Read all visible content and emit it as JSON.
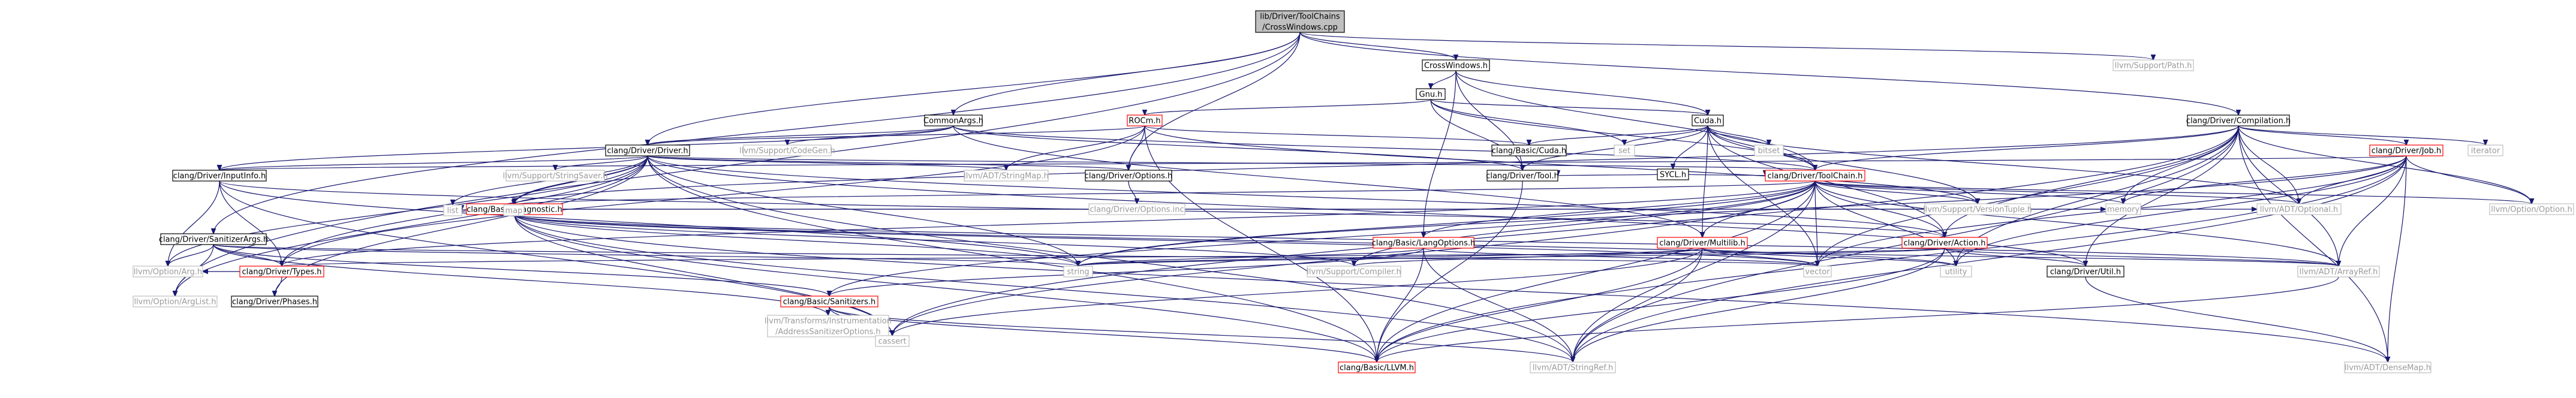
{
  "colors": {
    "edge": "#191970",
    "root_fill": "#bfbfbf",
    "root_border": "#000000",
    "documented_border": "#000000",
    "truncated_border": "#ff0000",
    "external_border": "#bfbfbf",
    "external_text": "#9a9a9a",
    "text": "#000000"
  },
  "nodes": [
    {
      "id": "root",
      "lines": [
        "lib/Driver/ToolChains",
        "/CrossWindows.cpp"
      ],
      "kind": "root"
    },
    {
      "id": "crosswindows_h",
      "lines": [
        "CrossWindows.h"
      ],
      "kind": "doc"
    },
    {
      "id": "support_path",
      "lines": [
        "llvm/Support/Path.h"
      ],
      "kind": "ext"
    },
    {
      "id": "gnu_h",
      "lines": [
        "Gnu.h"
      ],
      "kind": "doc"
    },
    {
      "id": "commonargs_h",
      "lines": [
        "CommonArgs.h"
      ],
      "kind": "doc"
    },
    {
      "id": "rocm_h",
      "lines": [
        "ROCm.h"
      ],
      "kind": "trunc"
    },
    {
      "id": "cuda_h",
      "lines": [
        "Cuda.h"
      ],
      "kind": "doc"
    },
    {
      "id": "compilation_h",
      "lines": [
        "clang/Driver/Compilation.h"
      ],
      "kind": "doc"
    },
    {
      "id": "codegen_h",
      "lines": [
        "llvm/Support/CodeGen.h"
      ],
      "kind": "ext"
    },
    {
      "id": "driver_h",
      "lines": [
        "clang/Driver/Driver.h"
      ],
      "kind": "doc"
    },
    {
      "id": "basic_cuda_h",
      "lines": [
        "clang/Basic/Cuda.h"
      ],
      "kind": "doc"
    },
    {
      "id": "set",
      "lines": [
        "set"
      ],
      "kind": "ext"
    },
    {
      "id": "sycl_h",
      "lines": [
        "SYCL.h"
      ],
      "kind": "doc"
    },
    {
      "id": "bitset",
      "lines": [
        "bitset"
      ],
      "kind": "ext"
    },
    {
      "id": "job_h",
      "lines": [
        "clang/Driver/Job.h"
      ],
      "kind": "trunc"
    },
    {
      "id": "iterator",
      "lines": [
        "iterator"
      ],
      "kind": "ext"
    },
    {
      "id": "inputinfo_h",
      "lines": [
        "clang/Driver/InputInfo.h"
      ],
      "kind": "doc"
    },
    {
      "id": "stringsaver_h",
      "lines": [
        "llvm/Support/StringSaver.h"
      ],
      "kind": "ext"
    },
    {
      "id": "stringmap_h",
      "lines": [
        "llvm/ADT/StringMap.h"
      ],
      "kind": "ext"
    },
    {
      "id": "options_h",
      "lines": [
        "clang/Driver/Options.h"
      ],
      "kind": "doc"
    },
    {
      "id": "tool_h",
      "lines": [
        "clang/Driver/Tool.h"
      ],
      "kind": "doc"
    },
    {
      "id": "toolchain_h",
      "lines": [
        "clang/Driver/ToolChain.h"
      ],
      "kind": "trunc"
    },
    {
      "id": "diagnostic_h",
      "lines": [
        "clang/Basic/Diagnostic.h"
      ],
      "kind": "trunc"
    },
    {
      "id": "list",
      "lines": [
        "list"
      ],
      "kind": "ext"
    },
    {
      "id": "map",
      "lines": [
        "map"
      ],
      "kind": "ext"
    },
    {
      "id": "options_inc",
      "lines": [
        "clang/Driver/Options.inc"
      ],
      "kind": "ext"
    },
    {
      "id": "memory",
      "lines": [
        "memory"
      ],
      "kind": "ext"
    },
    {
      "id": "versiontuple_h",
      "lines": [
        "llvm/Support/VersionTuple.h"
      ],
      "kind": "ext"
    },
    {
      "id": "optional_h",
      "lines": [
        "llvm/ADT/Optional.h"
      ],
      "kind": "ext"
    },
    {
      "id": "option_h",
      "lines": [
        "llvm/Option/Option.h"
      ],
      "kind": "ext"
    },
    {
      "id": "sanitizerargs_h",
      "lines": [
        "clang/Driver/SanitizerArgs.h"
      ],
      "kind": "doc"
    },
    {
      "id": "langoptions_h",
      "lines": [
        "clang/Basic/LangOptions.h"
      ],
      "kind": "trunc"
    },
    {
      "id": "multilib_h",
      "lines": [
        "clang/Driver/Multilib.h"
      ],
      "kind": "trunc"
    },
    {
      "id": "action_h",
      "lines": [
        "clang/Driver/Action.h"
      ],
      "kind": "trunc"
    },
    {
      "id": "option_arg_h",
      "lines": [
        "llvm/Option/Arg.h"
      ],
      "kind": "ext"
    },
    {
      "id": "types_h",
      "lines": [
        "clang/Driver/Types.h"
      ],
      "kind": "trunc"
    },
    {
      "id": "string",
      "lines": [
        "string"
      ],
      "kind": "ext"
    },
    {
      "id": "compiler_h",
      "lines": [
        "llvm/Support/Compiler.h"
      ],
      "kind": "ext"
    },
    {
      "id": "vector",
      "lines": [
        "vector"
      ],
      "kind": "ext"
    },
    {
      "id": "utility",
      "lines": [
        "utility"
      ],
      "kind": "ext"
    },
    {
      "id": "util_h",
      "lines": [
        "clang/Driver/Util.h"
      ],
      "kind": "doc"
    },
    {
      "id": "arrayref_h",
      "lines": [
        "llvm/ADT/ArrayRef.h"
      ],
      "kind": "ext"
    },
    {
      "id": "sanitizers_h",
      "lines": [
        "clang/Basic/Sanitizers.h"
      ],
      "kind": "trunc"
    },
    {
      "id": "arglist_h",
      "lines": [
        "llvm/Option/ArgList.h"
      ],
      "kind": "ext"
    },
    {
      "id": "phases_h",
      "lines": [
        "clang/Driver/Phases.h"
      ],
      "kind": "doc"
    },
    {
      "id": "addresssan_h",
      "lines": [
        "llvm/Transforms/Instrumentation",
        "/AddressSanitizerOptions.h"
      ],
      "kind": "ext"
    },
    {
      "id": "cassert",
      "lines": [
        "cassert"
      ],
      "kind": "ext"
    },
    {
      "id": "llvm_h",
      "lines": [
        "clang/Basic/LLVM.h"
      ],
      "kind": "trunc"
    },
    {
      "id": "stringref_h",
      "lines": [
        "llvm/ADT/StringRef.h"
      ],
      "kind": "ext"
    },
    {
      "id": "densemap_h",
      "lines": [
        "llvm/ADT/DenseMap.h"
      ],
      "kind": "ext"
    }
  ],
  "edges": [
    [
      "root",
      "crosswindows_h"
    ],
    [
      "root",
      "support_path"
    ],
    [
      "root",
      "commonargs_h"
    ],
    [
      "root",
      "driver_h"
    ],
    [
      "root",
      "options_h"
    ],
    [
      "root",
      "sanitizerargs_h"
    ],
    [
      "root",
      "compilation_h"
    ],
    [
      "root",
      "arglist_h"
    ],
    [
      "crosswindows_h",
      "gnu_h"
    ],
    [
      "crosswindows_h",
      "cuda_h"
    ],
    [
      "crosswindows_h",
      "tool_h"
    ],
    [
      "crosswindows_h",
      "toolchain_h"
    ],
    [
      "crosswindows_h",
      "langoptions_h"
    ],
    [
      "gnu_h",
      "rocm_h"
    ],
    [
      "gnu_h",
      "cuda_h"
    ],
    [
      "gnu_h",
      "tool_h"
    ],
    [
      "gnu_h",
      "toolchain_h"
    ],
    [
      "gnu_h",
      "set"
    ],
    [
      "commonargs_h",
      "driver_h"
    ],
    [
      "commonargs_h",
      "inputinfo_h"
    ],
    [
      "commonargs_h",
      "multilib_h"
    ],
    [
      "commonargs_h",
      "tool_h"
    ],
    [
      "commonargs_h",
      "toolchain_h"
    ],
    [
      "commonargs_h",
      "codegen_h"
    ],
    [
      "rocm_h",
      "basic_cuda_h"
    ],
    [
      "rocm_h",
      "driver_h"
    ],
    [
      "rocm_h",
      "options_h"
    ],
    [
      "rocm_h",
      "stringmap_h"
    ],
    [
      "rocm_h",
      "versiontuple_h"
    ],
    [
      "rocm_h",
      "llvm_h"
    ],
    [
      "rocm_h",
      "types_h"
    ],
    [
      "cuda_h",
      "basic_cuda_h"
    ],
    [
      "cuda_h",
      "action_h"
    ],
    [
      "cuda_h",
      "multilib_h"
    ],
    [
      "cuda_h",
      "tool_h"
    ],
    [
      "cuda_h",
      "toolchain_h"
    ],
    [
      "cuda_h",
      "optional_h"
    ],
    [
      "cuda_h",
      "versiontuple_h"
    ],
    [
      "cuda_h",
      "bitset"
    ],
    [
      "cuda_h",
      "set"
    ],
    [
      "cuda_h",
      "vector"
    ],
    [
      "cuda_h",
      "sycl_h"
    ],
    [
      "sycl_h",
      "tool_h"
    ],
    [
      "sycl_h",
      "toolchain_h"
    ],
    [
      "compilation_h",
      "action_h"
    ],
    [
      "compilation_h",
      "job_h"
    ],
    [
      "compilation_h",
      "util_h"
    ],
    [
      "compilation_h",
      "arrayref_h"
    ],
    [
      "compilation_h",
      "densemap_h"
    ],
    [
      "compilation_h",
      "optional_h"
    ],
    [
      "compilation_h",
      "stringref_h"
    ],
    [
      "compilation_h",
      "option_h"
    ],
    [
      "compilation_h",
      "cassert"
    ],
    [
      "compilation_h",
      "iterator"
    ],
    [
      "compilation_h",
      "map"
    ],
    [
      "compilation_h",
      "memory"
    ],
    [
      "compilation_h",
      "utility"
    ],
    [
      "compilation_h",
      "vector"
    ],
    [
      "compilation_h",
      "toolchain_h"
    ],
    [
      "driver_h",
      "diagnostic_h"
    ],
    [
      "driver_h",
      "llvm_h"
    ],
    [
      "driver_h",
      "action_h"
    ],
    [
      "driver_h",
      "inputinfo_h"
    ],
    [
      "driver_h",
      "options_h"
    ],
    [
      "driver_h",
      "phases_h"
    ],
    [
      "driver_h",
      "toolchain_h"
    ],
    [
      "driver_h",
      "types_h"
    ],
    [
      "driver_h",
      "util_h"
    ],
    [
      "driver_h",
      "stringmap_h"
    ],
    [
      "driver_h",
      "stringref_h"
    ],
    [
      "driver_h",
      "arg_h"
    ],
    [
      "driver_h",
      "arglist_h"
    ],
    [
      "driver_h",
      "stringsaver_h"
    ],
    [
      "driver_h",
      "list"
    ],
    [
      "driver_h",
      "map"
    ],
    [
      "driver_h",
      "string"
    ],
    [
      "driver_h",
      "option_arg_h"
    ],
    [
      "job_h",
      "basic_llvm_dummy"
    ],
    [
      "job_h",
      "llvm_h"
    ],
    [
      "job_h",
      "inputinfo_h"
    ],
    [
      "job_h",
      "arrayref_h"
    ],
    [
      "job_h",
      "optional_h"
    ],
    [
      "job_h",
      "stringref_h"
    ],
    [
      "job_h",
      "option_h"
    ],
    [
      "job_h",
      "memory"
    ],
    [
      "job_h",
      "string"
    ],
    [
      "job_h",
      "utility"
    ],
    [
      "job_h",
      "vector"
    ],
    [
      "job_h",
      "densemap_h"
    ],
    [
      "inputinfo_h",
      "action_h"
    ],
    [
      "inputinfo_h",
      "types_h"
    ],
    [
      "inputinfo_h",
      "option_arg_h"
    ],
    [
      "inputinfo_h",
      "cassert"
    ],
    [
      "inputinfo_h",
      "string"
    ],
    [
      "options_h",
      "options_inc"
    ],
    [
      "tool_h",
      "llvm_h"
    ],
    [
      "toolchain_h",
      "llvm_h"
    ],
    [
      "toolchain_h",
      "langoptions_h"
    ],
    [
      "toolchain_h",
      "sanitizers_h"
    ],
    [
      "toolchain_h",
      "action_h"
    ],
    [
      "toolchain_h",
      "multilib_h"
    ],
    [
      "toolchain_h",
      "types_h"
    ],
    [
      "toolchain_h",
      "arrayref_h"
    ],
    [
      "toolchain_h",
      "optional_h"
    ],
    [
      "toolchain_h",
      "stringref_h"
    ],
    [
      "toolchain_h",
      "versiontuple_h"
    ],
    [
      "toolchain_h",
      "option_h"
    ],
    [
      "toolchain_h",
      "cassert"
    ],
    [
      "toolchain_h",
      "memory"
    ],
    [
      "toolchain_h",
      "string"
    ],
    [
      "toolchain_h",
      "utility"
    ],
    [
      "toolchain_h",
      "vector"
    ],
    [
      "toolchain_h",
      "compiler_h"
    ],
    [
      "toolchain_h",
      "map"
    ],
    [
      "diagnostic_h",
      "llvm_h"
    ],
    [
      "diagnostic_h",
      "arrayref_h"
    ],
    [
      "diagnostic_h",
      "densemap_h"
    ],
    [
      "diagnostic_h",
      "optional_h"
    ],
    [
      "diagnostic_h",
      "stringref_h"
    ],
    [
      "diagnostic_h",
      "compiler_h"
    ],
    [
      "diagnostic_h",
      "cassert"
    ],
    [
      "diagnostic_h",
      "list"
    ],
    [
      "diagnostic_h",
      "map"
    ],
    [
      "diagnostic_h",
      "memory"
    ],
    [
      "diagnostic_h",
      "string"
    ],
    [
      "diagnostic_h",
      "utility"
    ],
    [
      "diagnostic_h",
      "vector"
    ],
    [
      "sanitizerargs_h",
      "sanitizers_h"
    ],
    [
      "sanitizerargs_h",
      "types_h"
    ],
    [
      "sanitizerargs_h",
      "option_arg_h"
    ],
    [
      "sanitizerargs_h",
      "arglist_h"
    ],
    [
      "sanitizerargs_h",
      "addresssan_h"
    ],
    [
      "sanitizerargs_h",
      "string"
    ],
    [
      "sanitizerargs_h",
      "vector"
    ],
    [
      "langoptions_h",
      "llvm_h"
    ],
    [
      "langoptions_h",
      "sanitizers_h"
    ],
    [
      "langoptions_h",
      "stringref_h"
    ],
    [
      "langoptions_h",
      "string"
    ],
    [
      "langoptions_h",
      "vector"
    ],
    [
      "multilib_h",
      "llvm_h"
    ],
    [
      "multilib_h",
      "arrayref_h"
    ],
    [
      "multilib_h",
      "stringref_h"
    ],
    [
      "multilib_h",
      "compiler_h"
    ],
    [
      "multilib_h",
      "cassert"
    ],
    [
      "multilib_h",
      "string"
    ],
    [
      "multilib_h",
      "utility"
    ],
    [
      "multilib_h",
      "vector"
    ],
    [
      "action_h",
      "llvm_h"
    ],
    [
      "action_h",
      "types_h"
    ],
    [
      "action_h",
      "util_h"
    ],
    [
      "action_h",
      "arrayref_h"
    ],
    [
      "action_h",
      "stringref_h"
    ],
    [
      "action_h",
      "string"
    ],
    [
      "types_h",
      "phases_h"
    ],
    [
      "types_h",
      "option_arg_h"
    ],
    [
      "util_h",
      "densemap_h"
    ],
    [
      "sanitizers_h",
      "llvm_h"
    ],
    [
      "sanitizers_h",
      "stringref_h"
    ],
    [
      "sanitizers_h",
      "addresssan_h"
    ],
    [
      "sanitizers_h",
      "cassert"
    ],
    [
      "arrayref_h",
      "llvm_h"
    ]
  ]
}
